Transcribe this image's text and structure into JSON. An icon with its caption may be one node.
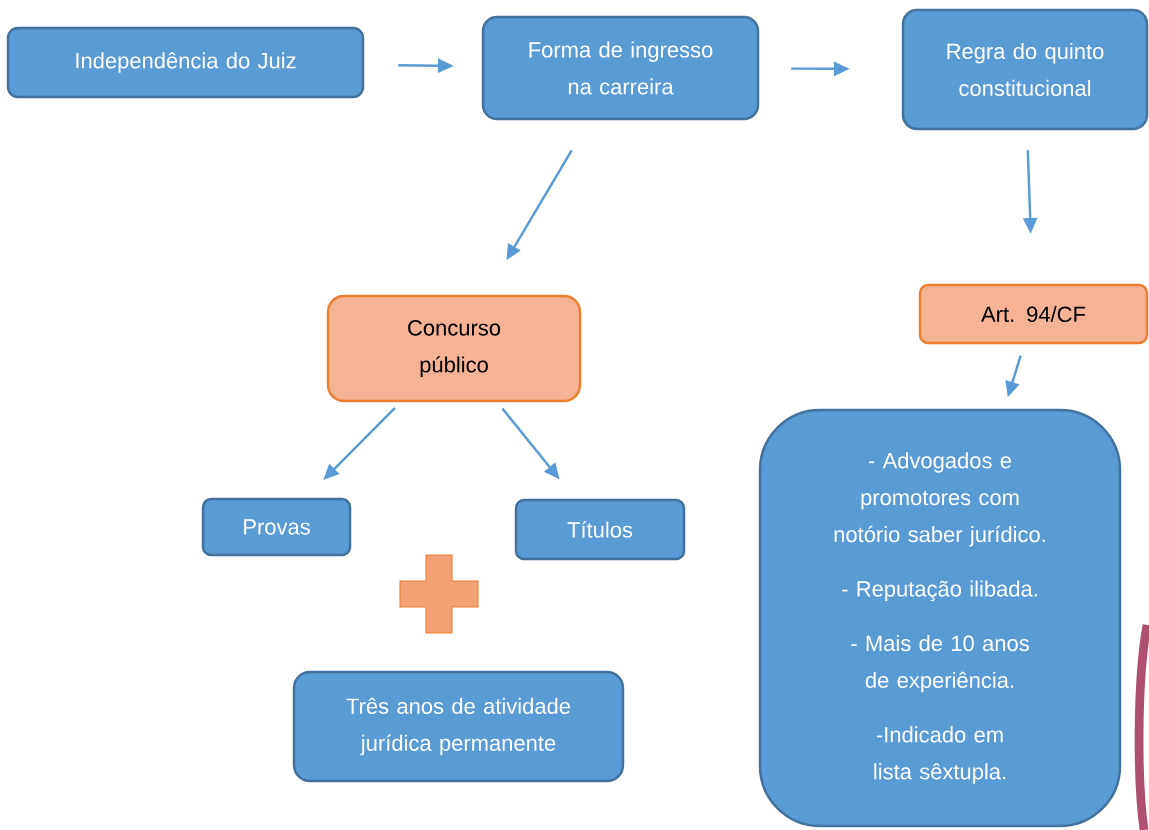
{
  "diagram": {
    "nodes": [
      {
        "text": [
          "Independência do Juiz"
        ]
      },
      {
        "text": [
          "Forma de ingresso na carreira"
        ]
      },
      {
        "text": [
          "Regra do quinto constitucional"
        ]
      },
      {
        "text": [
          "Concurso público"
        ]
      },
      {
        "text": [
          "Art. 94/CF"
        ]
      },
      {
        "text": [
          "- Advogados e promotores com notório saber jurídico.",
          "- Reputação ilibada.",
          "- Mais de 10 anos de experiência.",
          "-Indicado em lista sêxtupla."
        ]
      },
      {
        "text": [
          "Provas"
        ]
      },
      {
        "text": [
          "Títulos"
        ]
      },
      {
        "text": [
          "Três anos de atividade jurídica permanente"
        ]
      }
    ],
    "edges": [
      {
        "from": 0,
        "to": 1,
        "arrow": "to"
      },
      {
        "from": 1,
        "to": 2,
        "arrow": "to"
      },
      {
        "from": 1,
        "to": 3,
        "arrow": "to"
      },
      {
        "from": 2,
        "to": 4,
        "arrow": "to"
      },
      {
        "from": 4,
        "to": 5,
        "arrow": "to"
      },
      {
        "from": 3,
        "to": 6,
        "arrow": "to"
      },
      {
        "from": 3,
        "to": 7,
        "arrow": "to"
      }
    ]
  }
}
